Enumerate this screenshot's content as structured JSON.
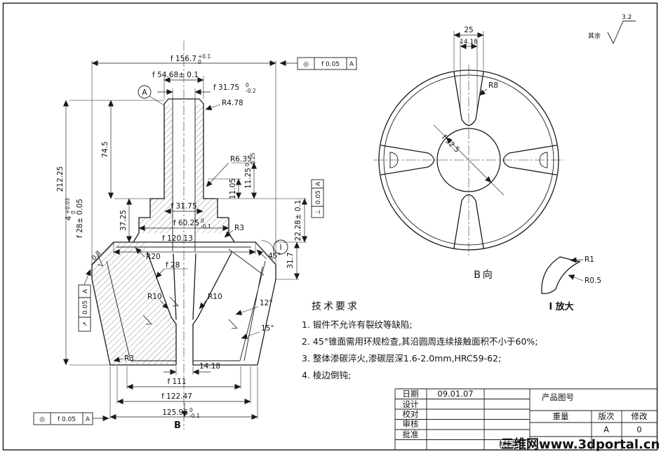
{
  "rough": {
    "value": "3.2",
    "rest": "其余"
  },
  "lv": {
    "d156": "f 156.7",
    "d156u": "+0.1",
    "d156d": "0",
    "d5468": "f 54.68± 0.1",
    "d3175a": "f 31.75",
    "d3175au": "0",
    "d3175ad": "-0.2",
    "r478": "R4.78",
    "datumA": "A",
    "d745": "74.5",
    "r635": "R6.35",
    "d1105": "11.05",
    "d1125": "11.25",
    "d1125u": "0",
    "d1125d": "-0.25",
    "d3725": "37.25",
    "d3175b": "f 31.75",
    "d6025": "f 60.25",
    "d6025u": "0",
    "d6025d": "-0.1",
    "r3a": "R3",
    "d2228": "22.28± 0.1",
    "d4": "4",
    "d4u": "+0.03",
    "d4d": "0",
    "d28a": "f 28± 0.05",
    "d21225": "212.25",
    "d12013": "f 120.13",
    "r20": "R20",
    "d28b": "f 28",
    "a45": "45°",
    "detailI": "I",
    "d317": "31.7",
    "r08": "0.8",
    "r10a": "R10",
    "r10b": "R10",
    "a12": "12°",
    "a15": "15°",
    "r3b": "R3",
    "d1418": "14.18",
    "d111": "f 111",
    "d12247": "f 122.47",
    "d12596": "125.96",
    "d12596u": "0",
    "d12596d": "-0.1",
    "b": "B"
  },
  "fcf": {
    "top": {
      "sym": "◎",
      "tol": "f 0.05",
      "datum": "A"
    },
    "right": {
      "sym": "⊥",
      "tol": "0.05",
      "datum": "A"
    },
    "left": {
      "sym": "↗",
      "tol": "0.05",
      "datum": "A"
    },
    "bottom": {
      "sym": "◎",
      "tol": "f 0.05",
      "datum": "A"
    }
  },
  "rv": {
    "d25": "25",
    "d1418": "14.18",
    "r8": "R8",
    "d525": "f 52.5",
    "label": "B向"
  },
  "dv": {
    "r1": "R1",
    "r05": "R0.5",
    "label": "I 放大"
  },
  "tr": {
    "title": "技术要求",
    "items": [
      "1. 锻件不允许有裂纹等缺陷;",
      "2. 45°锥面需用环规检查,其沿圆周连续接触面积不小于60%;",
      "3. 整体渗碳淬火,渗碳层深1.6-2.0mm,HRC59-62;",
      "4. 棱边倒钝;"
    ]
  },
  "tb": {
    "date_label": "日期",
    "date_value": "09.01.07",
    "design": "设计",
    "proof": "校对",
    "review": "审核",
    "approve": "批准",
    "material": "材料",
    "product_no": "产品图号",
    "weight": "重量",
    "version_label": "版次",
    "revise_label": "修改",
    "version_value": "A",
    "revise_value": "0"
  },
  "watermark": "三维网www.3dportal.cn",
  "colors": {
    "line": "#1a1a1a",
    "watermark": "#cc2222"
  }
}
